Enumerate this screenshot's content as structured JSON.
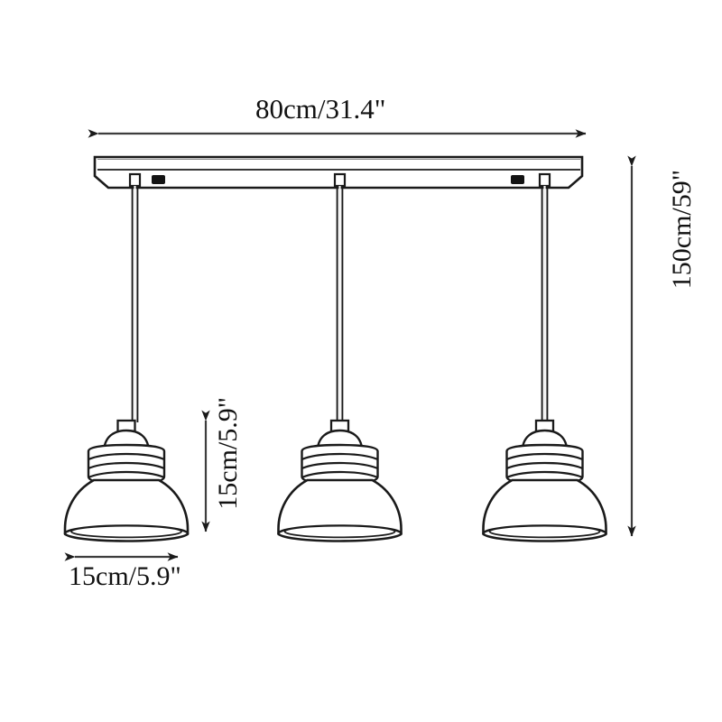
{
  "drawing": {
    "title": "3-light linear pendant lamp dimension drawing",
    "line_color": "#1a1a1a",
    "fill_color": "#ffffff",
    "background": "#ffffff"
  },
  "dimensions": {
    "total_width": "80cm/31.4\"",
    "shade_width": "15cm/5.9\"",
    "shade_height": "15cm/5.9\"",
    "total_drop_height": "150cm/59\""
  },
  "parts": {
    "canopy": "rectangular-mount-bar",
    "cords": 3,
    "shades": 3,
    "shade_style": "ribbed-dome-bell",
    "screws": 2,
    "cable_grips": 3
  }
}
